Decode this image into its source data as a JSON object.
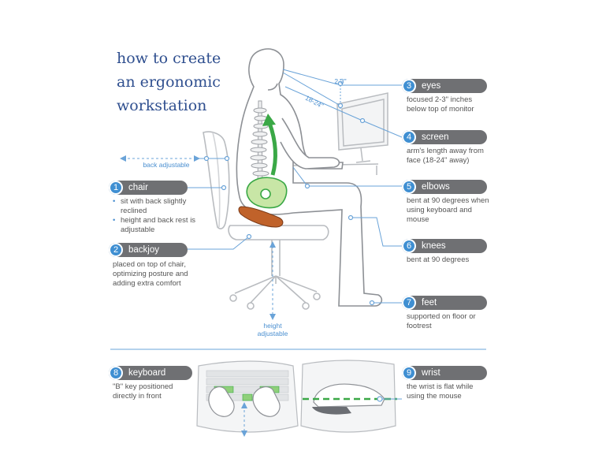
{
  "title": {
    "line1": "how to create",
    "line2": "an ergonomic",
    "line3": "workstation"
  },
  "callouts": [
    {
      "num": "1",
      "label": "chair"
    },
    {
      "num": "2",
      "label": "backjoy"
    },
    {
      "num": "3",
      "label": "eyes"
    },
    {
      "num": "4",
      "label": "screen"
    },
    {
      "num": "5",
      "label": "elbows"
    },
    {
      "num": "6",
      "label": "knees"
    },
    {
      "num": "7",
      "label": "feet"
    },
    {
      "num": "8",
      "label": "keyboard"
    },
    {
      "num": "9",
      "label": "wrist"
    }
  ],
  "desc": {
    "chair_b1": "sit with back slightly reclined",
    "chair_b2": "height and back rest is adjustable",
    "backjoy": "placed on top of chair, optimizing posture and adding extra comfort",
    "eyes": "focused 2-3\" inches below top of monitor",
    "screen": "arm's length away from face (18-24\" away)",
    "elbows": "bent at 90 degrees when using keyboard and mouse",
    "knees": "bent at 90 degrees",
    "feet": "supported on floor or footrest",
    "keyboard": "\"B\" key positioned directly in front",
    "wrist": "the wrist is flat while using the mouse"
  },
  "labels": {
    "back_adjustable": "back adjustable",
    "height_adjustable_1": "height",
    "height_adjustable_2": "adjustable",
    "dist_2_3": "2-3\"",
    "dist_18_24": "18-24\""
  },
  "colors": {
    "accent_blue": "#3f8fd2",
    "pill_gray": "#6f7073",
    "title_blue": "#2f4f8f",
    "green": "#3aa846",
    "backjoy_orange": "#c0622a"
  }
}
